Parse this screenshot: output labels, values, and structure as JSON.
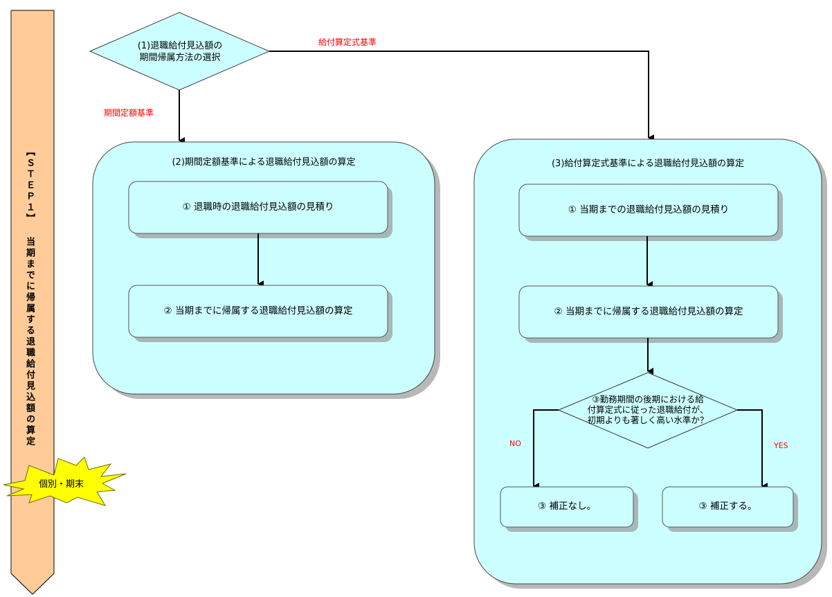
{
  "side_banner": {
    "label": "【ＳＴＥＰ１】 当期までに帰属する退職給付見込額の算定",
    "fill": "#ffcc99"
  },
  "starburst": {
    "label": "個別・期末",
    "fill": "#ffff00"
  },
  "decision_1": {
    "line1": "(1)退職給付見込額の",
    "line2": "期間帰属方法の選択"
  },
  "branch_labels": {
    "left": "期間定額基準",
    "right": "給付算定式基準"
  },
  "group_2": {
    "title": "(2)期間定額基準による退職給付見込額の算定",
    "steps": [
      "① 退職時の退職給付見込額の見積り",
      "② 当期までに帰属する退職給付見込額の算定"
    ]
  },
  "group_3": {
    "title": "(3)給付算定式基準による退職給付見込額の算定",
    "steps": [
      "① 当期までの退職給付見込額の見積り",
      "② 当期までに帰属する退職給付見込額の算定"
    ],
    "decision": {
      "line1": "③勤務期間の後期における給",
      "line2": "付算定式に従った退職給付が、",
      "line3": "初期よりも著しく高い水準か？"
    },
    "no_label": "NO",
    "yes_label": "YES",
    "outcome_no": "③  補正なし。",
    "outcome_yes": "③  補正する。"
  },
  "colors": {
    "cyan": "#ccffff",
    "shadow": "#a6b8b8",
    "red": "#ff0000"
  }
}
